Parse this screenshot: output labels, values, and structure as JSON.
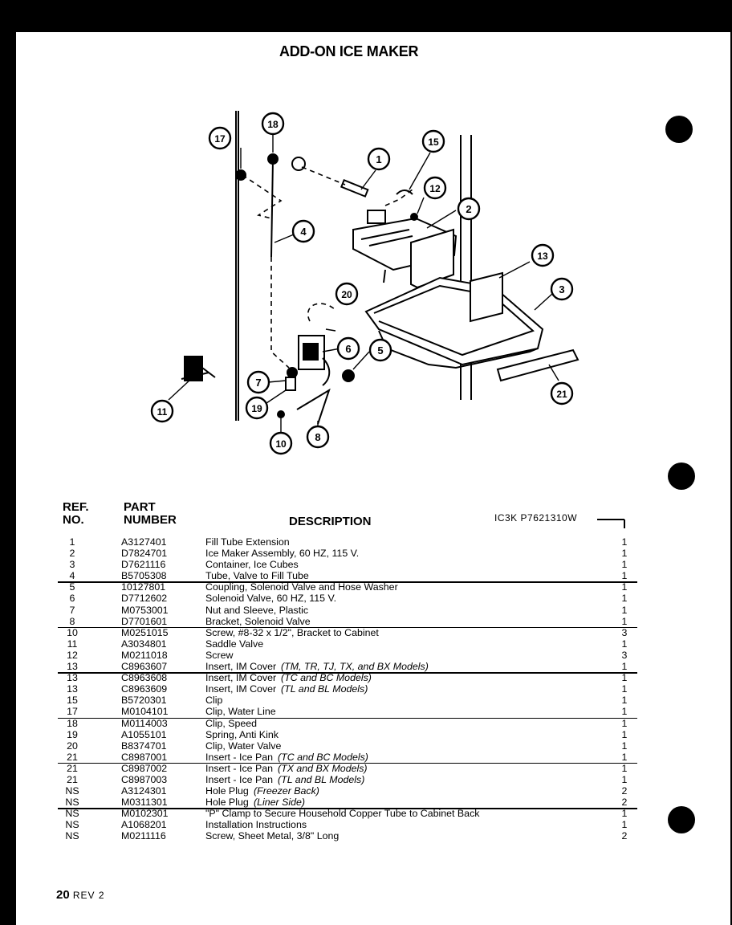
{
  "title": "ADD-ON ICE MAKER",
  "headers": {
    "ref": "REF.",
    "no": "NO.",
    "part": "PART",
    "number": "NUMBER",
    "description": "DESCRIPTION",
    "model": "IC3K  P7621310W"
  },
  "callouts": [
    "1",
    "2",
    "3",
    "4",
    "5",
    "6",
    "7",
    "8",
    "10",
    "11",
    "12",
    "13",
    "15",
    "17",
    "18",
    "19",
    "20",
    "21"
  ],
  "parts": [
    {
      "ref": "1",
      "part": "A3127401",
      "desc": "Fill Tube Extension",
      "qty": "1"
    },
    {
      "ref": "2",
      "part": "D7824701",
      "desc": "Ice Maker Assembly, 60 HZ, 115 V.",
      "qty": "1"
    },
    {
      "ref": "3",
      "part": "D7621116",
      "desc": "Container, Ice Cubes",
      "qty": "1"
    },
    {
      "ref": "4",
      "part": "B5705308",
      "desc": "Tube, Valve to Fill Tube",
      "qty": "1"
    },
    {
      "ref": "5",
      "part": "10127801",
      "desc": "Coupling, Solenoid Valve and Hose Washer",
      "qty": "1"
    },
    {
      "ref": "6",
      "part": "D7712602",
      "desc": "Solenoid Valve, 60 HZ, 115 V.",
      "qty": "1"
    },
    {
      "ref": "7",
      "part": "M0753001",
      "desc": "Nut and Sleeve, Plastic",
      "qty": "1"
    },
    {
      "ref": "8",
      "part": "D7701601",
      "desc": "Bracket, Solenoid Valve",
      "qty": "1"
    },
    {
      "ref": "10",
      "part": "M0251015",
      "desc": "Screw, #8-32 x 1/2\", Bracket to Cabinet",
      "qty": "3"
    },
    {
      "ref": "11",
      "part": "A3034801",
      "desc": "Saddle Valve",
      "qty": "1"
    },
    {
      "ref": "12",
      "part": "M0211018",
      "desc": "Screw",
      "qty": "3"
    },
    {
      "ref": "13",
      "part": "C8963607",
      "desc": "Insert, IM Cover",
      "note": "(TM, TR, TJ, TX, and BX Models)",
      "qty": "1"
    },
    {
      "ref": "13",
      "part": "C8963608",
      "desc": "Insert, IM Cover",
      "note": "(TC and BC Models)",
      "qty": "1"
    },
    {
      "ref": "13",
      "part": "C8963609",
      "desc": "Insert, IM Cover",
      "note": "(TL and BL Models)",
      "qty": "1"
    },
    {
      "ref": "15",
      "part": "B5720301",
      "desc": "Clip",
      "qty": "1"
    },
    {
      "ref": "17",
      "part": "M0104101",
      "desc": "Clip, Water Line",
      "qty": "1"
    },
    {
      "ref": "18",
      "part": "M0114003",
      "desc": "Clip, Speed",
      "qty": "1"
    },
    {
      "ref": "19",
      "part": "A1055101",
      "desc": "Spring, Anti Kink",
      "qty": "1"
    },
    {
      "ref": "20",
      "part": "B8374701",
      "desc": "Clip, Water Valve",
      "qty": "1"
    },
    {
      "ref": "21",
      "part": "C8987001",
      "desc": "Insert - Ice Pan",
      "note": "(TC and BC Models)",
      "qty": "1"
    },
    {
      "ref": "21",
      "part": "C8987002",
      "desc": "Insert - Ice Pan",
      "note": "(TX and BX Models)",
      "qty": "1"
    },
    {
      "ref": "21",
      "part": "C8987003",
      "desc": "Insert - Ice Pan",
      "note": "(TL and BL Models)",
      "qty": "1"
    },
    {
      "ref": "NS",
      "part": "A3124301",
      "desc": "Hole Plug",
      "note": "(Freezer Back)",
      "qty": "2"
    },
    {
      "ref": "NS",
      "part": "M0311301",
      "desc": "Hole Plug",
      "note": "(Liner Side)",
      "qty": "2"
    },
    {
      "ref": "NS",
      "part": "M0102301",
      "desc": "\"P\" Clamp to Secure Household Copper Tube to Cabinet Back",
      "qty": "1"
    },
    {
      "ref": "NS",
      "part": "A1068201",
      "desc": "Installation Instructions",
      "qty": "1"
    },
    {
      "ref": "NS",
      "part": "M0211116",
      "desc": "Screw, Sheet Metal, 3/8\" Long",
      "qty": "2"
    }
  ],
  "footer": {
    "page": "20",
    "rev": "REV 2"
  }
}
